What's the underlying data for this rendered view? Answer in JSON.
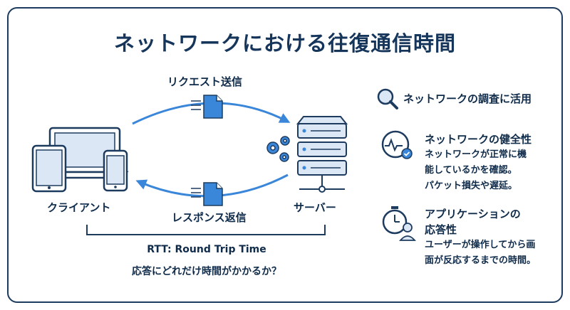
{
  "title": "ネットワークにおける往復通信時間",
  "diagram": {
    "request_label": "リクエスト送信",
    "response_label": "レスポンス返信",
    "client_label": "クライアント",
    "server_label": "サーバー",
    "rtt_line1": "RTT: Round Trip Time",
    "rtt_line2": "応答にどれだけ時間がかかるか？"
  },
  "sidebar": {
    "items": [
      {
        "icon": "magnifier-icon",
        "title": "ネットワークの調査に活用",
        "desc": ""
      },
      {
        "icon": "heartbeat-icon",
        "title": "ネットワークの健全性",
        "desc_lines": [
          "ネットワークが正常に機",
          "能しているかを確認。",
          "パケット損失や遅延。"
        ]
      },
      {
        "icon": "stopwatch-user-icon",
        "title_lines": [
          "アプリケーションの",
          "応答性"
        ],
        "desc_lines": [
          "ユーザーが操作してから画",
          "面が反応するまでの時間。"
        ]
      }
    ]
  },
  "colors": {
    "navy": "#1d3b5e",
    "accent": "#3a86d9",
    "light": "#dbe7f4"
  }
}
